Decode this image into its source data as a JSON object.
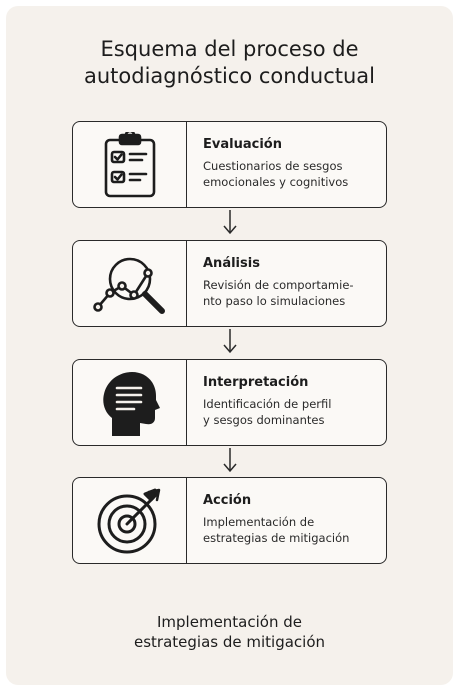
{
  "title": {
    "line1": "Esquema del proceso de",
    "line2": "autodiagnóstico conductual"
  },
  "steps": [
    {
      "label": "Evaluación",
      "desc_line1": "Cuestionarios de sesgos",
      "desc_line2": "emocionales y cognitivos",
      "icon": "clipboard-checklist-icon"
    },
    {
      "label": "Análisis",
      "desc_line1": "Revisión de comportamie-",
      "desc_line2": "nto paso lo simulaciones",
      "icon": "magnifier-chart-icon"
    },
    {
      "label": "Interpretación",
      "desc_line1": "Identificación de perfil",
      "desc_line2": "y sesgos dominantes",
      "icon": "head-profile-icon"
    },
    {
      "label": "Acción",
      "desc_line1": "Implementación de",
      "desc_line2": "estrategias de mitigación",
      "icon": "target-arrow-icon"
    }
  ],
  "footer": {
    "line1": "Implementación de",
    "line2": "estrategias de mitigación"
  }
}
